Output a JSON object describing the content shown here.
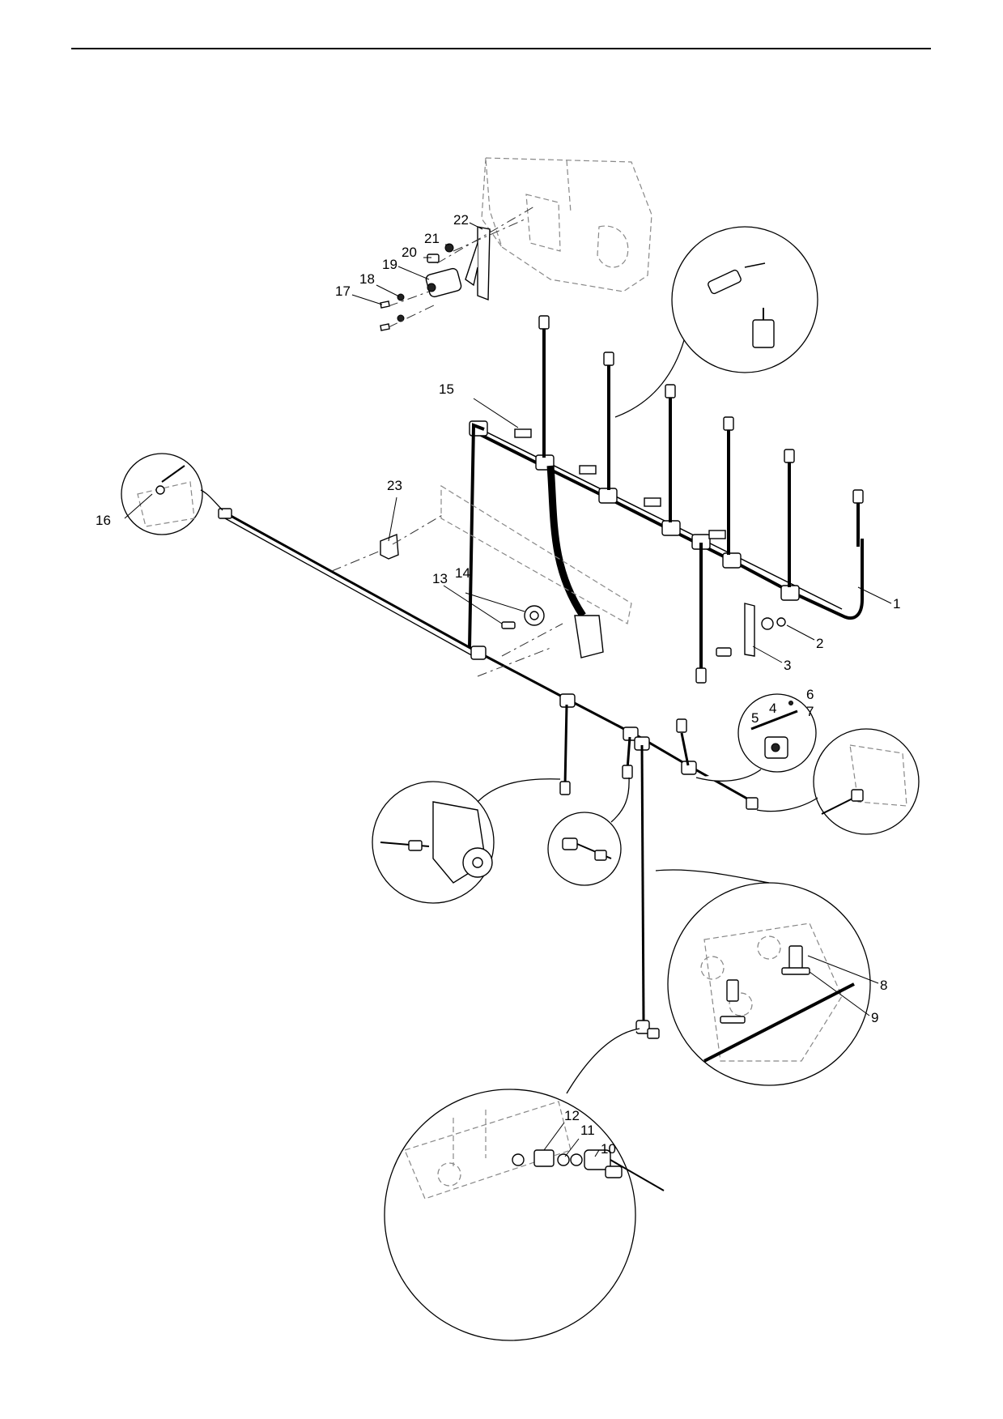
{
  "parts": {
    "p1": "1",
    "p2": "2",
    "p3": "3",
    "p4": "4",
    "p5": "5",
    "p6": "6",
    "p7": "7",
    "p8": "8",
    "p9": "9",
    "p10": "10",
    "p11": "11",
    "p12": "12",
    "p13": "13",
    "p14": "14",
    "p15": "15",
    "p16": "16",
    "p17": "17",
    "p18": "18",
    "p19": "19",
    "p20": "20",
    "p21": "21",
    "p22": "22",
    "p23": "23"
  }
}
